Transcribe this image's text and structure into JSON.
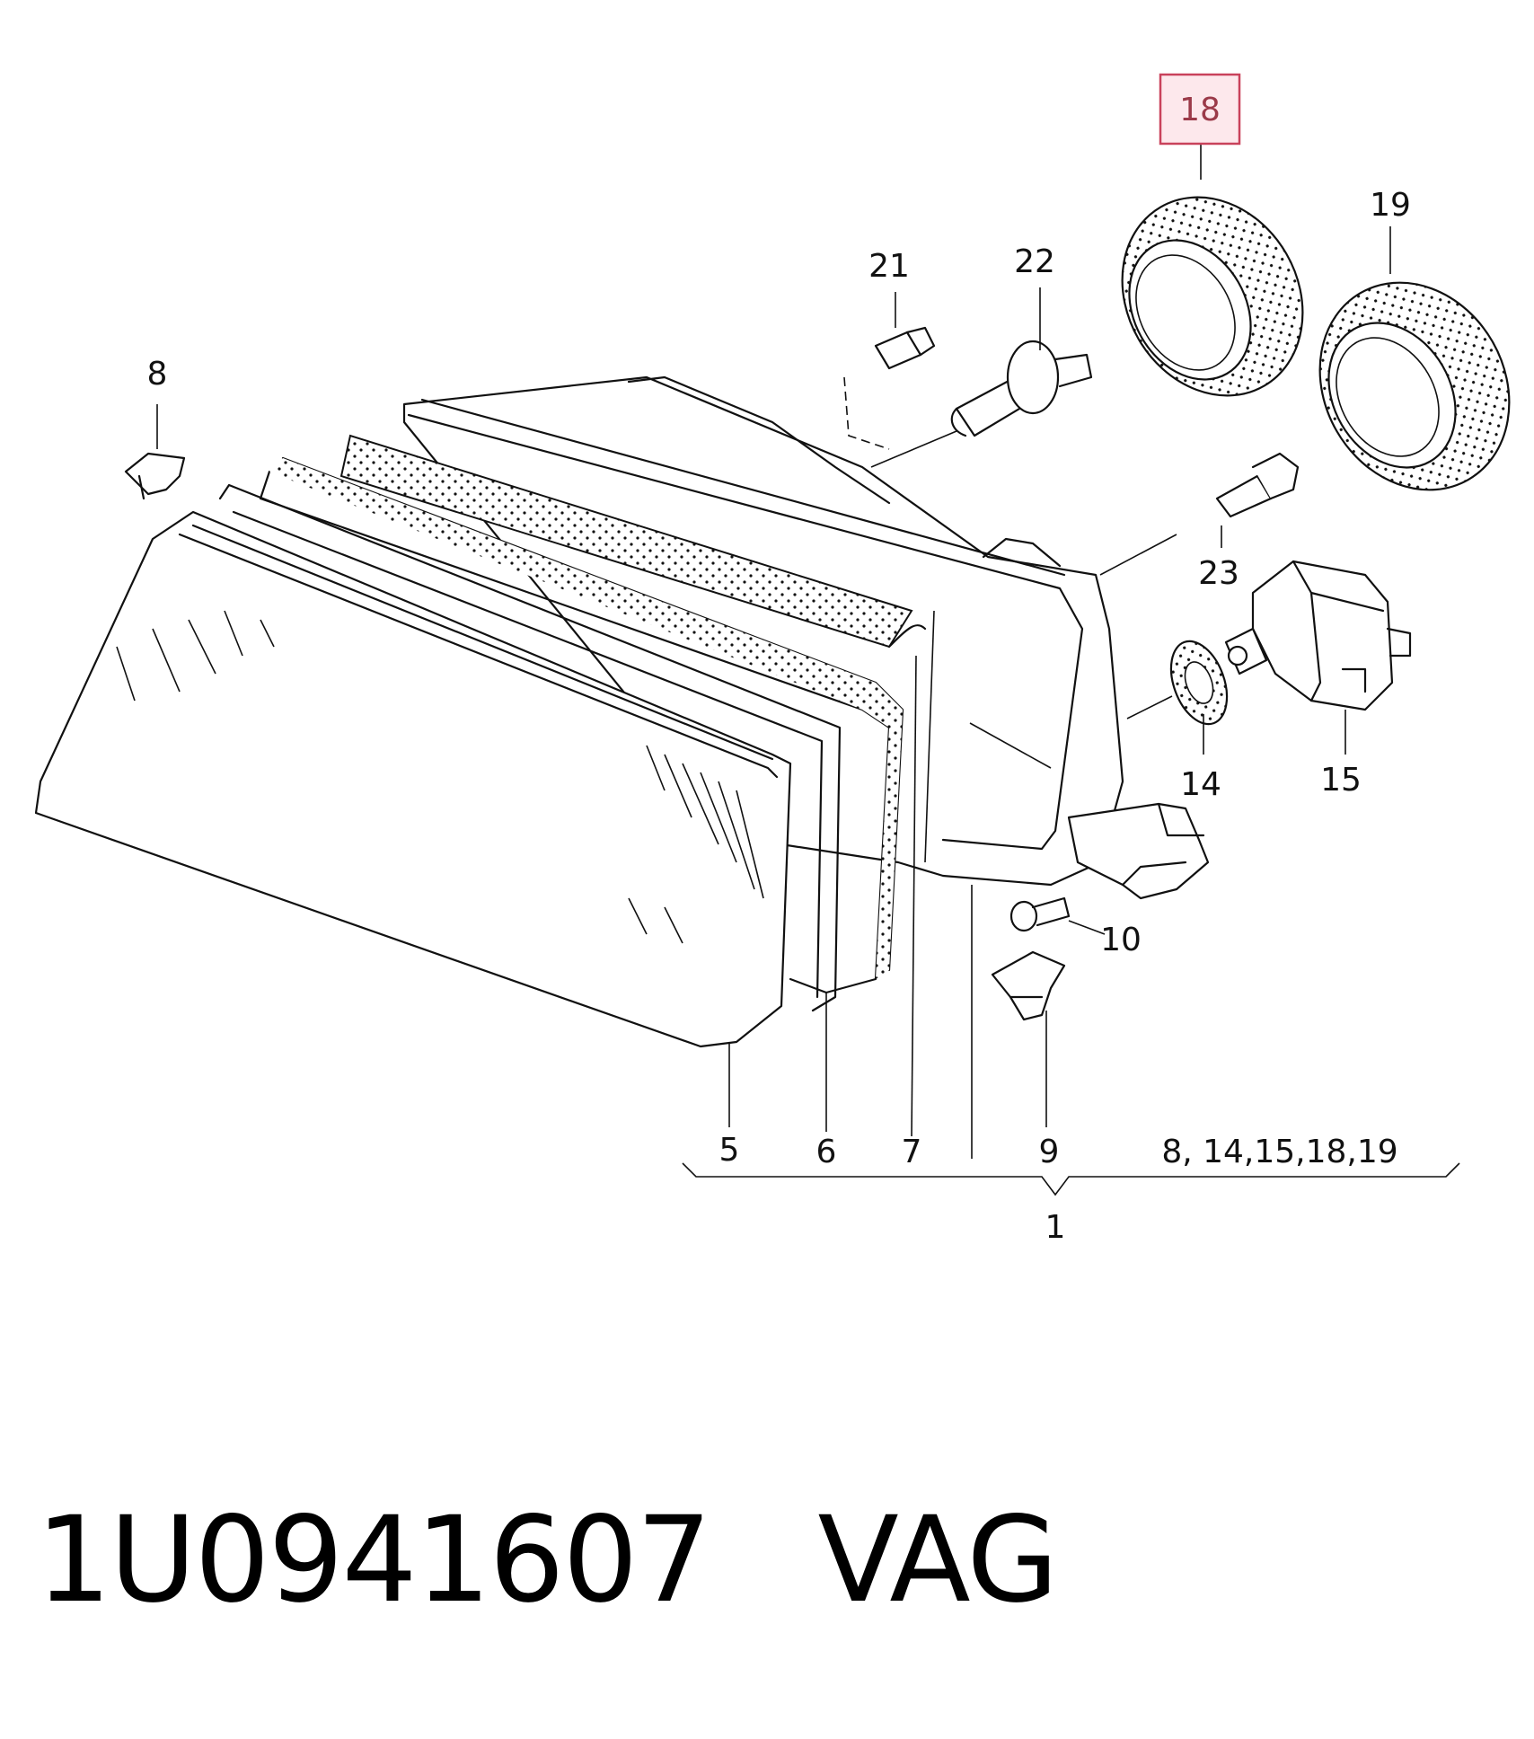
{
  "callouts": {
    "c1": "1",
    "c5": "5",
    "c6": "6",
    "c7": "7",
    "c8": "8",
    "c9": "9",
    "c10": "10",
    "c14": "14",
    "c15": "15",
    "c18": "18",
    "c19": "19",
    "c21": "21",
    "c22": "22",
    "c23": "23",
    "group": "8, 14,15,18,19"
  },
  "highlight": {
    "label": "18",
    "color": "#c9425b"
  },
  "footer": {
    "part_number": "1U0941607",
    "brand": "VAG"
  }
}
